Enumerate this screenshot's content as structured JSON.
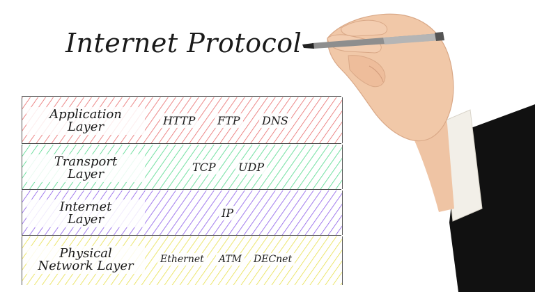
{
  "title": "Internet Protocol",
  "layers": [
    {
      "name_line1": "Application",
      "name_line2": "Layer",
      "color": "#e86a6a",
      "protocols": [
        "HTTP",
        "FTP",
        "DNS"
      ]
    },
    {
      "name_line1": "Transport",
      "name_line2": "Layer",
      "color": "#4fd88a",
      "protocols": [
        "TCP",
        "UDP"
      ]
    },
    {
      "name_line1": "Internet",
      "name_line2": "Layer",
      "color": "#8a5ae8",
      "protocols": [
        "IP"
      ]
    },
    {
      "name_line1": "Physical",
      "name_line2": "Network Layer",
      "color": "#e8e04a",
      "protocols": [
        "Ethernet",
        "ATM",
        "DECnet"
      ]
    }
  ],
  "illustration": {
    "hand": "hand-holding-marker",
    "sleeve_color": "#111111",
    "cuff_color": "#f2efe8",
    "skin_color": "#efc4a4"
  }
}
